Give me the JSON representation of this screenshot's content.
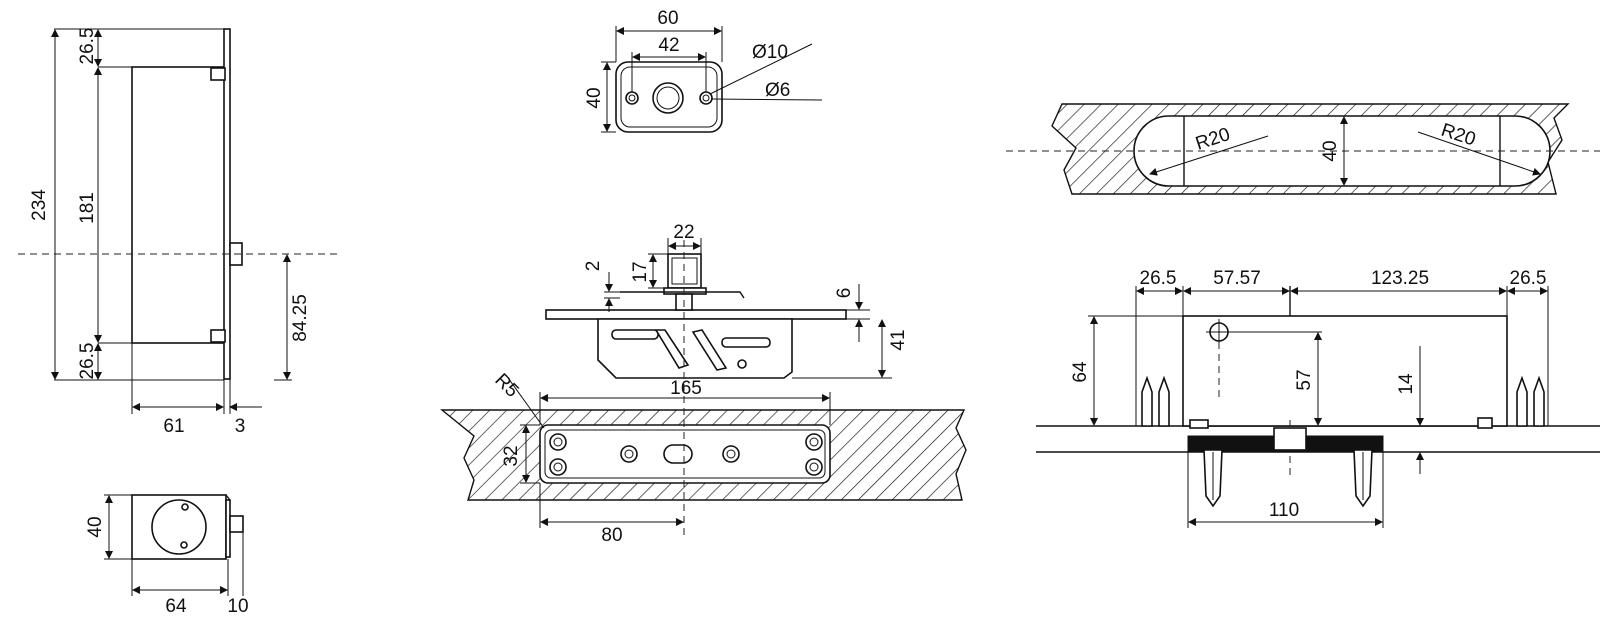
{
  "colors": {
    "ink": "#111111",
    "paper": "#ffffff"
  },
  "side_view": {
    "dim_total_height": "234",
    "dim_top_offset": "26.5",
    "dim_body_height": "181",
    "dim_bottom_offset": "26.5",
    "dim_center_height": "84.25",
    "dim_depth": "61",
    "dim_plate": "3"
  },
  "bottom_view": {
    "dim_height": "40",
    "dim_width": "64",
    "dim_pin": "10"
  },
  "top_plate_view": {
    "dim_outer_width": "60",
    "dim_hole_spacing": "42",
    "dim_height": "40",
    "dim_large_hole": "Ø10",
    "dim_small_hole": "Ø6"
  },
  "front_view": {
    "dim_shaft_width": "22",
    "dim_gap": "2",
    "dim_shaft_height": "17",
    "dim_plate_thickness": "6",
    "dim_body_height": "41",
    "dim_corner_radius": "R5",
    "dim_length": "165",
    "dim_width": "32",
    "dim_center_offset": "80"
  },
  "slot_view": {
    "dim_left_radius": "R20",
    "dim_right_radius": "R20",
    "dim_slot_width": "40"
  },
  "install_view": {
    "dim_left_margin": "26.5",
    "dim_left_section": "57.57",
    "dim_right_section": "123.25",
    "dim_right_margin": "26.5",
    "dim_height": "64",
    "dim_center_height": "57",
    "dim_floor_depth": "14",
    "dim_anchor_spacing": "110"
  }
}
